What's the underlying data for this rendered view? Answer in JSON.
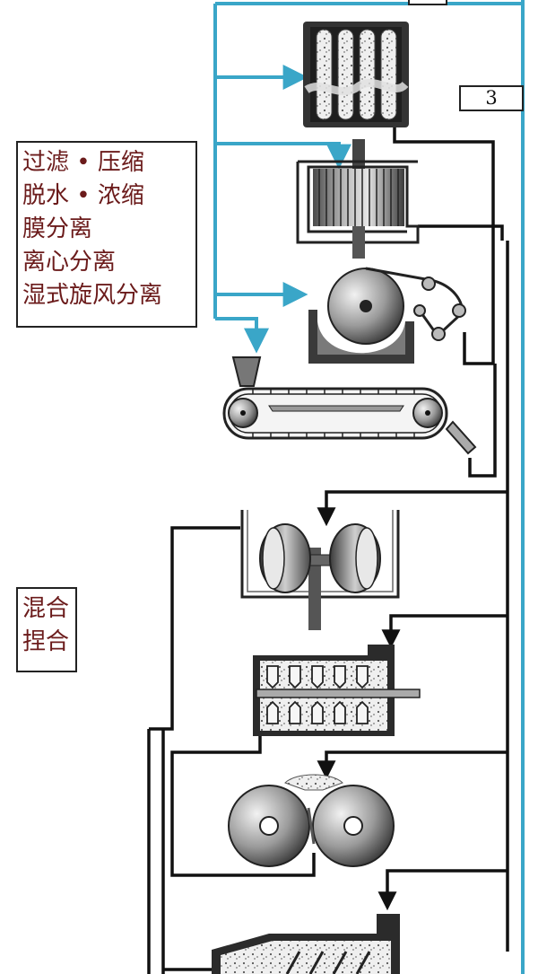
{
  "labels": {
    "separation": [
      "过滤 • 压缩",
      "脱水 • 浓缩",
      "膜分离",
      "离心分离",
      "湿式旋风分离"
    ],
    "mixing": [
      "混合",
      "捏合"
    ]
  },
  "step_number": "3",
  "colors": {
    "supply_line": "#3aa6c8",
    "return_line": "#111111",
    "machine_dark": "#2b2b2b",
    "machine_mid": "#8a8a8a",
    "machine_light": "#d8d8d8",
    "label_text": "#6b1b1b"
  },
  "equipment": [
    {
      "icon": "filter-press-icon"
    },
    {
      "icon": "centrifuge-icon"
    },
    {
      "icon": "drum-filter-icon"
    },
    {
      "icon": "belt-filter-icon"
    },
    {
      "icon": "edge-runner-mill-icon"
    },
    {
      "icon": "paddle-mixer-icon"
    },
    {
      "icon": "roll-mill-icon"
    },
    {
      "icon": "screw-kneader-icon"
    }
  ]
}
